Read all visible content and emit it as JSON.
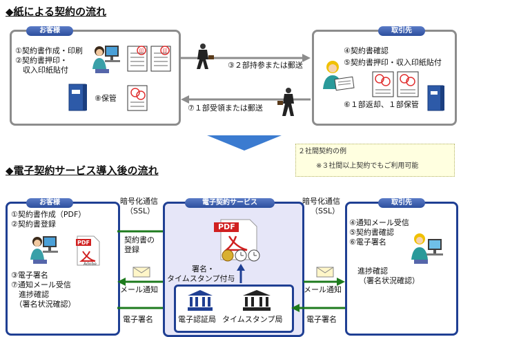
{
  "paper_section": {
    "title": "◆紙による契約の流れ",
    "customer_label": "お客様",
    "partner_label": "取引先",
    "customer_steps": [
      "①契約書作成・印刷",
      "②契約書押印・",
      "　収入印紙貼付"
    ],
    "customer_store": "⑧保管",
    "partner_steps": [
      "④契約書確認",
      "⑤契約書押印・収入印紙貼付"
    ],
    "partner_return": "⑥１部返却、１部保管",
    "arrow_forward": "③２部持参または郵送",
    "arrow_back": "⑦１部受領または郵送",
    "stamp_glyph": "印"
  },
  "note": {
    "line1": "２社間契約の例",
    "line2": "※３社間以上契約でもご利用可能"
  },
  "e_section": {
    "title": "◆電子契約サービス導入後の流れ",
    "customer_label": "お客様",
    "service_label": "電子契約サービス",
    "partner_label": "取引先",
    "customer_steps_top": [
      "①契約書作成（PDF）",
      "②契約書登録"
    ],
    "customer_steps_bottom": [
      "③電子署名",
      "⑦通知メール受信",
      "　進捗確認",
      "　（署名状況確認）"
    ],
    "partner_steps": [
      "④通知メール受信",
      "⑤契約書確認",
      "⑥電子署名"
    ],
    "partner_progress": [
      "進捗確認",
      "（署名状況確認）"
    ],
    "left_comm": [
      "暗号化通信",
      "（SSL）"
    ],
    "right_comm": [
      "暗号化通信",
      "（SSL）"
    ],
    "register": [
      "契約書の",
      "登録"
    ],
    "mail_left": "メール通知",
    "mail_right": "メール通知",
    "esig_left": "電子署名",
    "esig_right": "電子署名",
    "stamp_sign": [
      "署名・",
      "タイムスタンプ付与"
    ],
    "cert_authority": "電子認証局",
    "timestamp_authority": "タイムスタンプ局",
    "pdf_label": "PDF",
    "adobe_label": "Adobe"
  }
}
